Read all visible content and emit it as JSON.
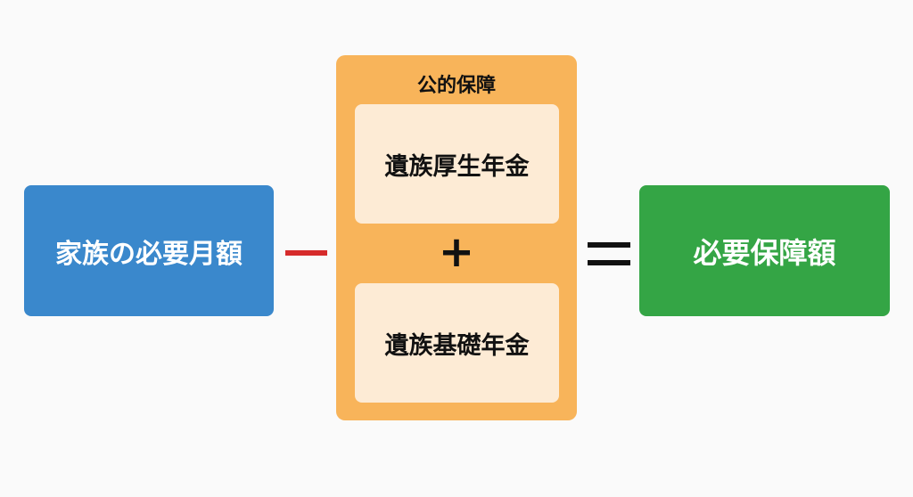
{
  "left_box": {
    "label": "家族の必要月額"
  },
  "operators": {
    "minus": "−",
    "plus": "+",
    "equals": "="
  },
  "public_security": {
    "title": "公的保障",
    "items": [
      {
        "label": "遺族厚生年金"
      },
      {
        "label": "遺族基礎年金"
      }
    ]
  },
  "result_box": {
    "label": "必要保障額"
  },
  "colors": {
    "blue": "#3a88cc",
    "orange": "#f8b45a",
    "inner": "#fdebd5",
    "green": "#34a545",
    "minus": "#d62b2b"
  }
}
